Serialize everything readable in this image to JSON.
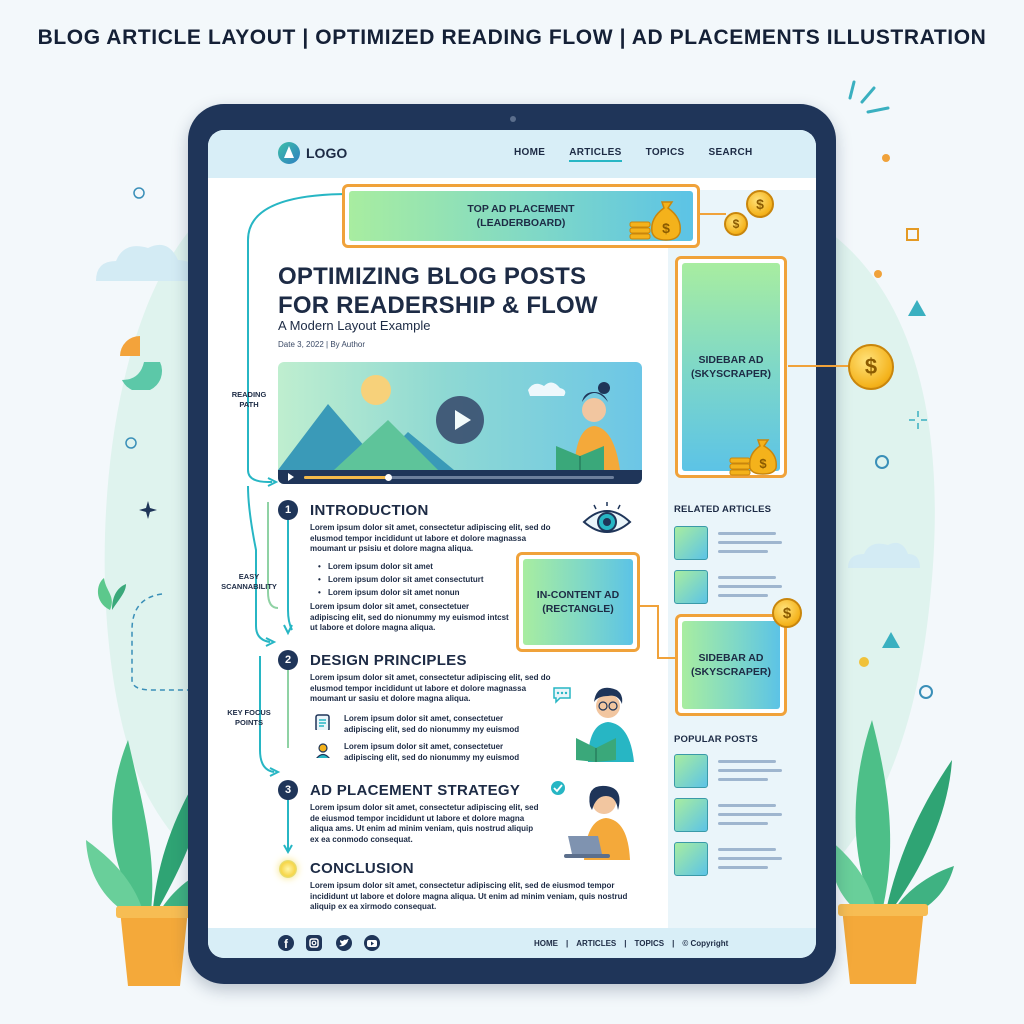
{
  "poster": {
    "heading": "BLOG ARTICLE LAYOUT | OPTIMIZED READING FLOW | AD PLACEMENTS ILLUSTRATION",
    "flow_labels": {
      "reading_path": "READING\nPATH",
      "easy_scan": "EASY\nSCANNABILITY",
      "key_focus": "KEY FOCUS\nPOINTS"
    }
  },
  "coin_symbol": "$",
  "header": {
    "logo": "LOGO",
    "nav": [
      {
        "label": "HOME",
        "active": false
      },
      {
        "label": "ARTICLES",
        "active": true
      },
      {
        "label": "TOPICS",
        "active": false
      },
      {
        "label": "SEARCH",
        "active": false
      }
    ]
  },
  "ads": {
    "top": "TOP AD PLACEMENT\n(LEADERBOARD)",
    "sidebar_top": "SIDEBAR AD\n(SKYSCRAPER)",
    "in_content": "IN-CONTENT AD\n(RECTANGLE)",
    "sidebar_bottom": "SIDEBAR AD\n(SKYSCRAPER)"
  },
  "article": {
    "title_line1": "OPTIMIZING BLOG POSTS",
    "title_line2": "FOR READERSHIP & FLOW",
    "subtitle": "A Modern Layout Example",
    "meta": "Date 3, 2022 | By Author",
    "video_progress": 0.27,
    "sections": [
      {
        "number": "1",
        "heading": "INTRODUCTION",
        "para1": "Lorem ipsum dolor sit amet, consectetur adipiscing elit, sed do elusmod tempor incididunt ut labore et dolore magnassa moumant ur psisiu et dolore magna aliqua.",
        "bullets": [
          "Lorem ipsum dolor sit amet",
          "Lorem ipsum dolor sit amet consectuturt",
          "Lorem ipsum dolor sit amet nonun"
        ],
        "para2": "Lorem ipsum dolor sit amet, consectetuer adipiscing elit, sed do nionummy my euismod intcst ut labore et dolore magna aliqua."
      },
      {
        "number": "2",
        "heading": "DESIGN PRINCIPLES",
        "para1": "Lorem ipsum dolor sit amet, consectetur adipiscing elit, sed do elusmod tempor incididunt ut labore et dolore magnassa moumant ur sasiu et dolore magna aliqua.",
        "feature1": "Lorem ipsum dolor sit amet, consectetuer adipiscing elit, sed do nionummy my euismod",
        "feature2": "Lorem ipsum dolor sit amet, consectetuer adipiscing elit, sed do nionummy my euismod"
      },
      {
        "number": "3",
        "heading": "AD PLACEMENT STRATEGY",
        "para1": "Lorem ipsum dolor sit amet, consectetur adipiscing elit, sed de eiusmod tempor incididunt ut labore et dolore magna aliqua ams. Ut enim ad minim veniam, quis nostrud aliquip ex ea conmodo consequat."
      },
      {
        "heading": "CONCLUSION",
        "para1": "Lorem ipsum dolor sit amet, consectetur adipiscing elit, sed de eiusmod tempor incididunt ut labore et dolore magna aliqua. Ut enim ad minim veniam, quis nostrud aliquip ex ea xirmodo consequat."
      }
    ]
  },
  "sidebar": {
    "related_title": "RELATED ARTICLES",
    "popular_title": "POPULAR POSTS"
  },
  "footer": {
    "social": [
      "facebook-icon",
      "instagram-icon",
      "twitter-icon",
      "youtube-icon"
    ],
    "links": [
      "HOME",
      "ARTICLES",
      "TOPICS"
    ],
    "separator": "|",
    "copyright": "© Copyright"
  },
  "colors": {
    "ad_border": "#f0a23a",
    "frame": "#1f3559",
    "accent": "#27b6c4",
    "coin": "#f4b21b"
  }
}
